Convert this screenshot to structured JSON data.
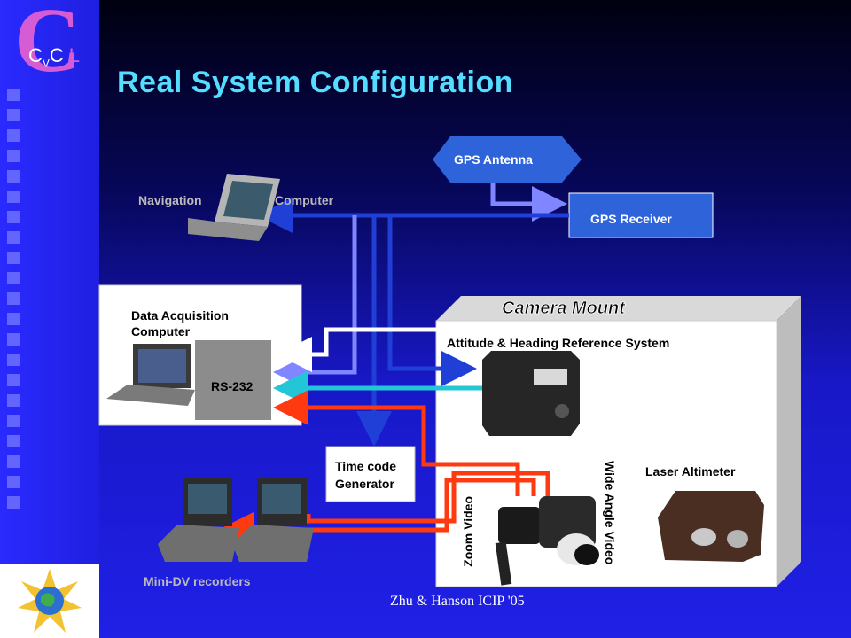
{
  "logo": {
    "big_letter": "C",
    "small_c1": "C",
    "small_v": "V",
    "small_c2": "C",
    "small_l": "L"
  },
  "title": "Real System Configuration",
  "labels": {
    "gps_antenna": "GPS Antenna",
    "gps_receiver": "GPS Receiver",
    "navigation": "Navigation",
    "computer": "Computer",
    "data_acquisition": "Data Acquisition",
    "data_acquisition_computer": "Computer",
    "rs232": "RS-232",
    "camera_mount": "Camera Mount",
    "ahrs": "Attitude  & Heading Reference System",
    "time_code": "Time code",
    "generator": "Generator",
    "laser_altimeter": "Laser Altimeter",
    "wide_angle_video": "Wide Angle Video",
    "zoom_video": "Zoom Video",
    "mini_dv": "Mini-DV recorders"
  },
  "footer": "Zhu & Hanson ICIP '05",
  "colors": {
    "title": "#55ddff",
    "accent_magenta": "#d65cd6",
    "link_blue": "#1f3fd6",
    "link_light_blue": "#7f86ff",
    "link_cyan": "#22c6d6",
    "link_red": "#ff3a10",
    "panel_gray": "#d9d9d9",
    "camera_mount_bg": "#ffffff"
  }
}
